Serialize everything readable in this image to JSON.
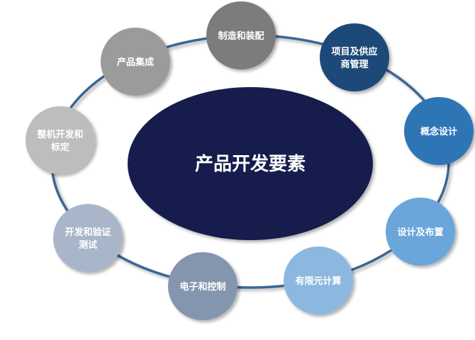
{
  "center": {
    "label": "产品开发要素",
    "color": "#161f4c"
  },
  "ring_color": "#3a6694",
  "nodes": [
    {
      "lines": [
        "制造和装配"
      ],
      "color": "#7b7b7b"
    },
    {
      "lines": [
        "项目及供应",
        "商管理"
      ],
      "color": "#1f4a78"
    },
    {
      "lines": [
        "概念设计"
      ],
      "color": "#2e75b6"
    },
    {
      "lines": [
        "设计及布置"
      ],
      "color": "#6aa6da"
    },
    {
      "lines": [
        "有限元计算"
      ],
      "color": "#8cb8e0"
    },
    {
      "lines": [
        "电子和控制"
      ],
      "color": "#8496ae"
    },
    {
      "lines": [
        "开发和验证",
        "测试"
      ],
      "color": "#a9b5c9"
    },
    {
      "lines": [
        "整机开发和",
        "标定"
      ],
      "color": "#bdbdbd"
    },
    {
      "lines": [
        "产品集成"
      ],
      "color": "#9b9b9b"
    }
  ]
}
